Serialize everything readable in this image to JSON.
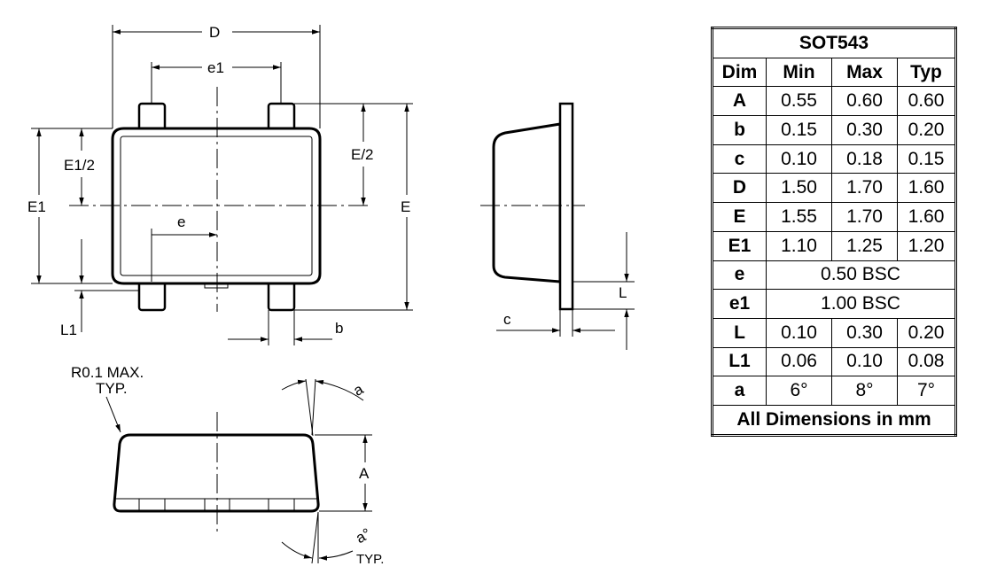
{
  "drawing": {
    "labels": {
      "D": "D",
      "e1": "e1",
      "E1_half": "E1/2",
      "E_half": "E/2",
      "E1": "E1",
      "E": "E",
      "e": "e",
      "L1": "L1",
      "b": "b",
      "c": "c",
      "L": "L",
      "radius_note_line1": "R0.1 MAX.",
      "radius_note_line2": "TYP.",
      "a": "a",
      "A": "A",
      "angle_mark": "a°",
      "typ": "TYP."
    }
  },
  "table": {
    "title": "SOT543",
    "headers": [
      "Dim",
      "Min",
      "Max",
      "Typ"
    ],
    "rows": [
      {
        "dim": "A",
        "min": "0.55",
        "max": "0.60",
        "typ": "0.60"
      },
      {
        "dim": "b",
        "min": "0.15",
        "max": "0.30",
        "typ": "0.20"
      },
      {
        "dim": "c",
        "min": "0.10",
        "max": "0.18",
        "typ": "0.15"
      },
      {
        "dim": "D",
        "min": "1.50",
        "max": "1.70",
        "typ": "1.60"
      },
      {
        "dim": "E",
        "min": "1.55",
        "max": "1.70",
        "typ": "1.60"
      },
      {
        "dim": "E1",
        "min": "1.10",
        "max": "1.25",
        "typ": "1.20"
      },
      {
        "dim": "e",
        "span": "0.50 BSC"
      },
      {
        "dim": "e1",
        "span": "1.00 BSC"
      },
      {
        "dim": "L",
        "min": "0.10",
        "max": "0.30",
        "typ": "0.20"
      },
      {
        "dim": "L1",
        "min": "0.06",
        "max": "0.10",
        "typ": "0.08"
      },
      {
        "dim": "a",
        "min": "6°",
        "max": "8°",
        "typ": "7°"
      }
    ],
    "footer": "All Dimensions in mm"
  }
}
